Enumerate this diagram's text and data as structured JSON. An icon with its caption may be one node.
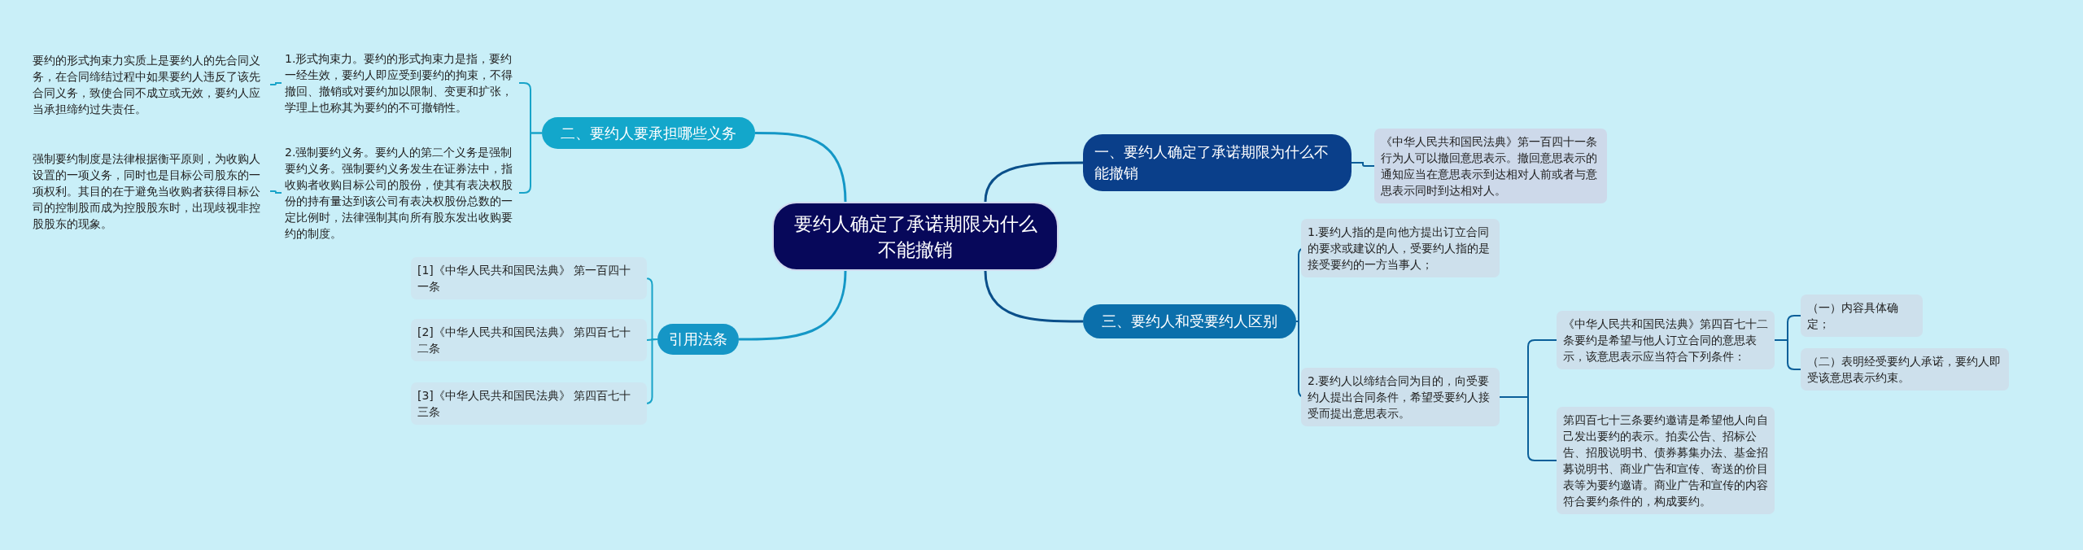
{
  "diagram": {
    "nodes": [
      {
        "text": [
          "要约人确定了承诺期限为什么不能撤销"
        ]
      },
      {
        "text": [
          "一、要约人确定了承诺期限为什么不能撤销"
        ]
      },
      {
        "text": [
          "《中华人民共和国民法典》第一百四十一条行为人可以撤回意思表示。撤回意思表示的通知应当在意思表示到达相对人前或者与意思表示同时到达相对人。"
        ]
      },
      {
        "text": [
          "二、要约人要承担哪些义务"
        ]
      },
      {
        "text": [
          "1.形式拘束力。要约的形式拘束力是指，要约一经生效，要约人即应受到要约的拘束，不得撤回、撤销或对要约加以限制、变更和扩张，学理上也称其为要约的不可撤销性。"
        ]
      },
      {
        "text": [
          "要约的形式拘束力实质上是要约人的先合同义务，在合同缔结过程中如果要约人违反了该先合同义务，致使合同不成立或无效，要约人应当承担缔约过失责任。"
        ]
      },
      {
        "text": [
          "2.强制要约义务。要约人的第二个义务是强制要约义务。强制要约义务发生在证券法中，指收购者收购目标公司的股份，使其有表决权股份的持有量达到该公司有表决权股份总数的一定比例时，法律强制其向所有股东发出收购要约的制度。"
        ]
      },
      {
        "text": [
          "强制要约制度是法律根据衡平原则，为收购人设置的一项义务，同时也是目标公司股东的一项权利。其目的在于避免当收购者获得目标公司的控制股而成为控股股东时，出现歧视非控股股东的现象。"
        ]
      },
      {
        "text": [
          "引用法条"
        ]
      },
      {
        "text": [
          "[1]《中华人民共和国民法典》 第一百四十一条"
        ]
      },
      {
        "text": [
          "[2]《中华人民共和国民法典》 第四百七十二条"
        ]
      },
      {
        "text": [
          "[3]《中华人民共和国民法典》 第四百七十三条"
        ]
      },
      {
        "text": [
          "三、要约人和受要约人区别"
        ]
      },
      {
        "text": [
          "1.要约人指的是向他方提出订立合同的要求或建议的人，受要约人指的是接受要约的一方当事人；"
        ]
      },
      {
        "text": [
          "2.要约人以缔结合同为目的，向受要约人提出合同条件，希望受要约人接受而提出意思表示。"
        ]
      },
      {
        "text": [
          "《中华人民共和国民法典》第四百七十二条要约是希望与他人订立合同的意思表示，该意思表示应当符合下列条件："
        ]
      },
      {
        "text": [
          "第四百七十三条要约邀请是希望他人向自己发出要约的表示。拍卖公告、招标公告、招股说明书、债券募集办法、基金招募说明书、商业广告和宣传、寄送的价目表等为要约邀请。商业广告和宣传的内容符合要约条件的，构成要约。"
        ]
      },
      {
        "text": [
          "（一）内容具体确定；"
        ]
      },
      {
        "text": [
          "（二）表明经受要约人承诺，要约人即受该意思表示约束。"
        ]
      }
    ],
    "edges": [
      {
        "from": 0,
        "to": 1,
        "arrow": "none"
      },
      {
        "from": 1,
        "to": 2,
        "arrow": "none"
      },
      {
        "from": 0,
        "to": 3,
        "arrow": "none"
      },
      {
        "from": 3,
        "to": 4,
        "arrow": "none"
      },
      {
        "from": 4,
        "to": 5,
        "arrow": "none"
      },
      {
        "from": 3,
        "to": 6,
        "arrow": "none"
      },
      {
        "from": 6,
        "to": 7,
        "arrow": "none"
      },
      {
        "from": 0,
        "to": 8,
        "arrow": "none"
      },
      {
        "from": 8,
        "to": 9,
        "arrow": "none"
      },
      {
        "from": 8,
        "to": 10,
        "arrow": "none"
      },
      {
        "from": 8,
        "to": 11,
        "arrow": "none"
      },
      {
        "from": 0,
        "to": 12,
        "arrow": "none"
      },
      {
        "from": 12,
        "to": 13,
        "arrow": "none"
      },
      {
        "from": 12,
        "to": 14,
        "arrow": "none"
      },
      {
        "from": 14,
        "to": 15,
        "arrow": "none"
      },
      {
        "from": 14,
        "to": 16,
        "arrow": "none"
      },
      {
        "from": 15,
        "to": 17,
        "arrow": "none"
      },
      {
        "from": 15,
        "to": 18,
        "arrow": "none"
      }
    ]
  }
}
